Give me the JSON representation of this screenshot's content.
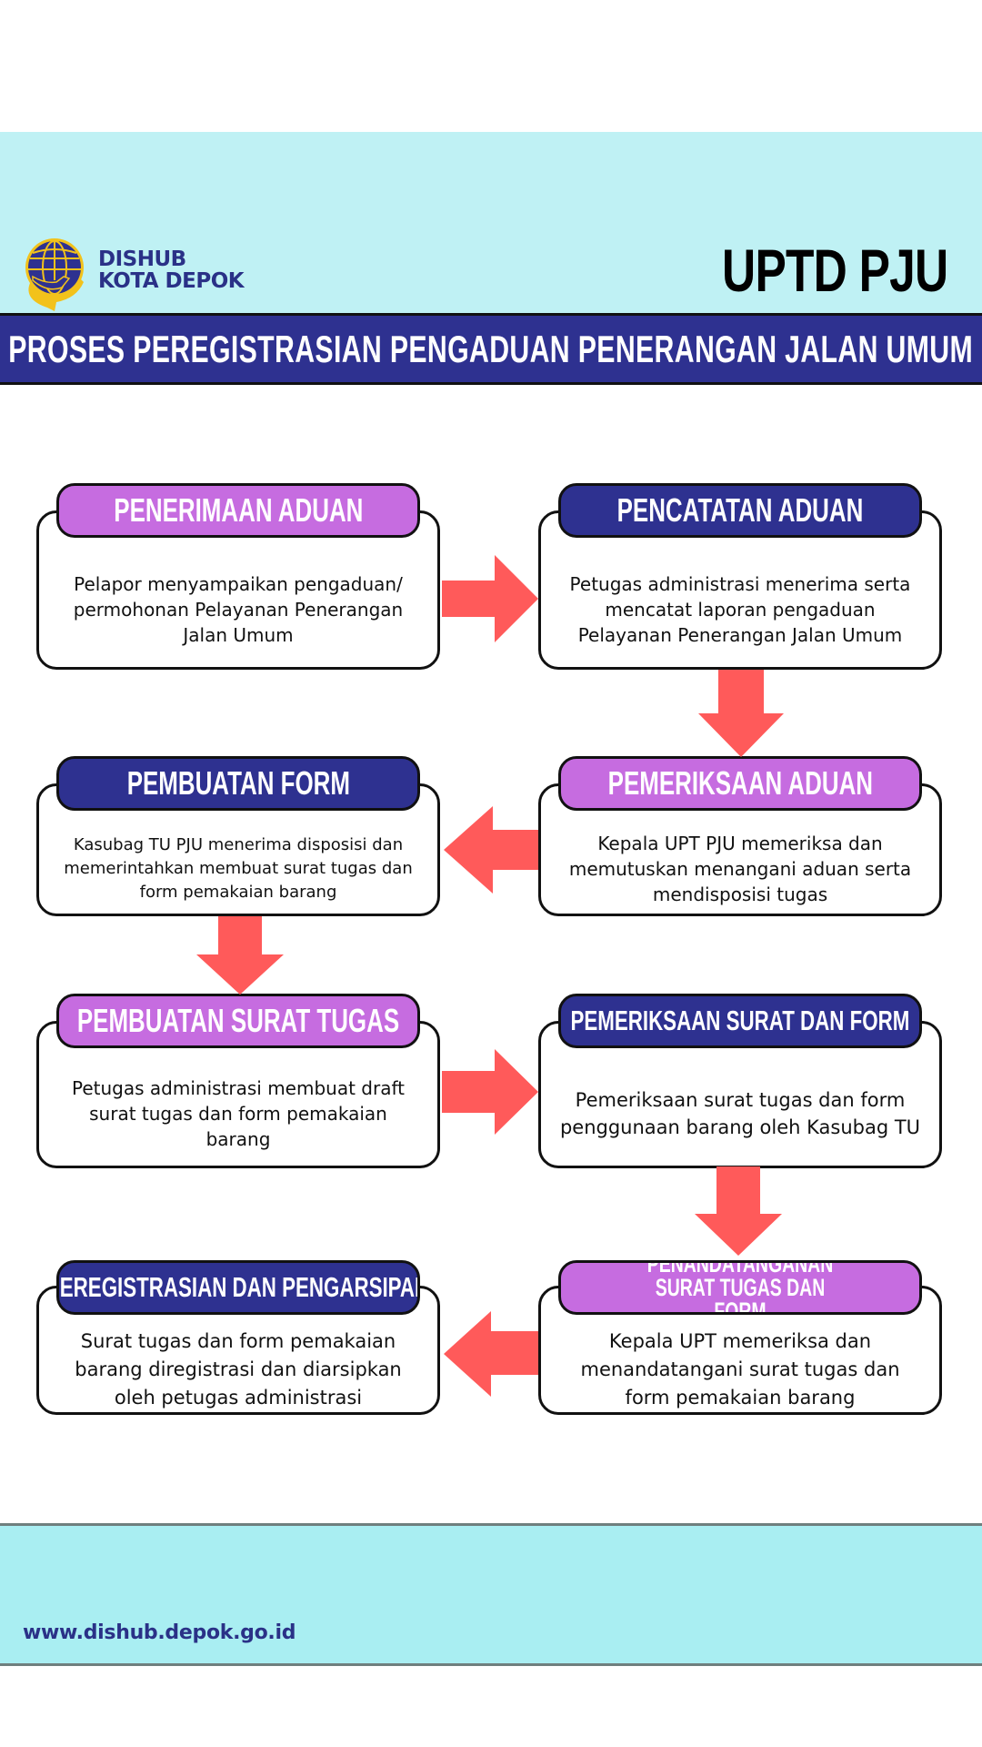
{
  "header": {
    "brand_line1": "DISHUB",
    "brand_line2": "KOTA DEPOK",
    "unit": "UPTD PJU",
    "title": "PROSES PEREGISTRASIAN PENGADUAN PENERANGAN JALAN UMUM"
  },
  "colors": {
    "navy": "#2e3190",
    "purple": "#c66ce0",
    "arrow_red": "#ff5a5a",
    "header_bg": "#bff1f4",
    "footer_bg": "#a9eef2"
  },
  "steps": [
    {
      "title": "PENERIMAAN ADUAN",
      "desc": "Pelapor menyampaikan pengaduan/ permohonan Pelayanan Penerangan Jalan Umum"
    },
    {
      "title": "PENCATATAN ADUAN",
      "desc": "Petugas administrasi menerima serta mencatat laporan pengaduan Pelayanan Penerangan Jalan Umum"
    },
    {
      "title": "PEMERIKSAAN ADUAN",
      "desc": "Kepala  UPT PJU memeriksa dan memutuskan menangani aduan serta mendisposisi tugas"
    },
    {
      "title": "PEMBUATAN FORM",
      "desc": "Kasubag TU PJU menerima disposisi dan memerintahkan membuat surat tugas dan form pemakaian barang"
    },
    {
      "title": "PEMBUATAN SURAT TUGAS",
      "desc": "Petugas administrasi membuat draft surat tugas dan form pemakaian barang"
    },
    {
      "title": "PEMERIKSAAN SURAT DAN FORM",
      "desc": "Pemeriksaan surat tugas dan form penggunaan barang oleh Kasubag TU"
    },
    {
      "title": "PENANDATANGANAN SURAT TUGAS DAN FORM",
      "desc": "Kepala UPT memeriksa dan menandatangani surat tugas dan form pemakaian barang"
    },
    {
      "title": "PEREGISTRASIAN DAN PENGARSIPAN",
      "desc": "Surat tugas dan form pemakaian barang diregistrasi dan diarsipkan oleh petugas administrasi"
    }
  ],
  "footer": {
    "url": "www.dishub.depok.go.id"
  }
}
